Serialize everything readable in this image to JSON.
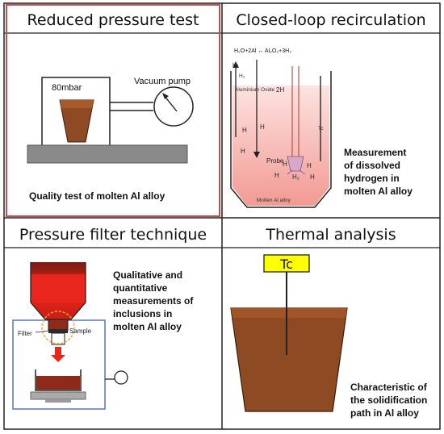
{
  "panels": {
    "reduced_pressure": {
      "title": "Reduced pressure test",
      "pressure_label": "80mbar",
      "pump_label": "Vacuum pump",
      "caption": "Quality test of molten Al alloy"
    },
    "closed_loop": {
      "title": "Closed-loop recirculation",
      "equation": "H₂O+2Al ↔ Al₂O₃+3H₂",
      "h2_label": "H₂",
      "oxide_label": "Aluminium Oxide",
      "two_h_label": "2H",
      "tc_label": "Tc",
      "h_label": "H",
      "probe_label": "Probe",
      "melt_label": "Molten Al alloy",
      "caption_lines": [
        "Measurement",
        "of dissolved",
        "hydrogen in",
        "molten Al alloy"
      ]
    },
    "pressure_filter": {
      "title": "Pressure filter technique",
      "filter_label": "Filter",
      "sample_label": "Sample",
      "caption_lines": [
        "Qualitative and",
        "quantitative",
        "measurements of",
        "inclusions in",
        "molten Al alloy"
      ]
    },
    "thermal": {
      "title": "Thermal analysis",
      "tc_label": "Tc",
      "caption_lines": [
        "Characteristic of",
        "the solidification",
        "path in Al alloy"
      ]
    }
  },
  "colors": {
    "highlight_border": "#c0504d",
    "melt_brown": "#8e4a22",
    "melt_red": "#e8261c",
    "melt_pink": "#f6b2ad",
    "tc_yellow": "#ffff00",
    "filter_box": "#5577bb",
    "base_gray": "#8a8a8a"
  }
}
